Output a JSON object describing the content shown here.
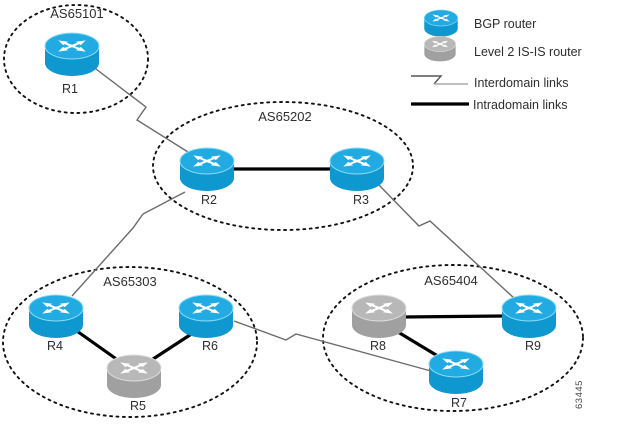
{
  "figure_number": "63445",
  "legend": {
    "items": [
      {
        "label": "BGP router",
        "icon": "bgp-router-icon"
      },
      {
        "label": "Level 2 IS-IS router",
        "icon": "isis-router-icon"
      },
      {
        "label": "Interdomain links",
        "icon": "interdomain-link-icon"
      },
      {
        "label": "Intradomain links",
        "icon": "intradomain-link-icon"
      }
    ]
  },
  "autonomous_systems": [
    {
      "name": "AS65101",
      "routers": [
        "R1"
      ]
    },
    {
      "name": "AS65202",
      "routers": [
        "R2",
        "R3"
      ]
    },
    {
      "name": "AS65303",
      "routers": [
        "R4",
        "R5",
        "R6"
      ]
    },
    {
      "name": "AS65404",
      "routers": [
        "R7",
        "R8",
        "R9"
      ]
    }
  ],
  "routers": [
    {
      "label": "R1",
      "type": "bgp",
      "as": "AS65101"
    },
    {
      "label": "R2",
      "type": "bgp",
      "as": "AS65202"
    },
    {
      "label": "R3",
      "type": "bgp",
      "as": "AS65202"
    },
    {
      "label": "R4",
      "type": "bgp",
      "as": "AS65303"
    },
    {
      "label": "R5",
      "type": "level2-isis",
      "as": "AS65303"
    },
    {
      "label": "R6",
      "type": "bgp",
      "as": "AS65303"
    },
    {
      "label": "R7",
      "type": "bgp",
      "as": "AS65404"
    },
    {
      "label": "R8",
      "type": "level2-isis",
      "as": "AS65404"
    },
    {
      "label": "R9",
      "type": "bgp",
      "as": "AS65404"
    }
  ],
  "links": {
    "interdomain": [
      "R1-R2",
      "R2-R4",
      "R3-R9",
      "R6-R7"
    ],
    "intradomain": [
      "R2-R3",
      "R4-R5",
      "R5-R6",
      "R8-R9",
      "R8-R7"
    ]
  },
  "colors": {
    "bgp_router_top": "#22abe2",
    "bgp_router_body": "#0f97d0",
    "isis_router_top": "#b8b8b8",
    "isis_router_body": "#a0a0a0",
    "interdomain_link": "#6b6b6b",
    "intradomain_link": "#000000"
  }
}
